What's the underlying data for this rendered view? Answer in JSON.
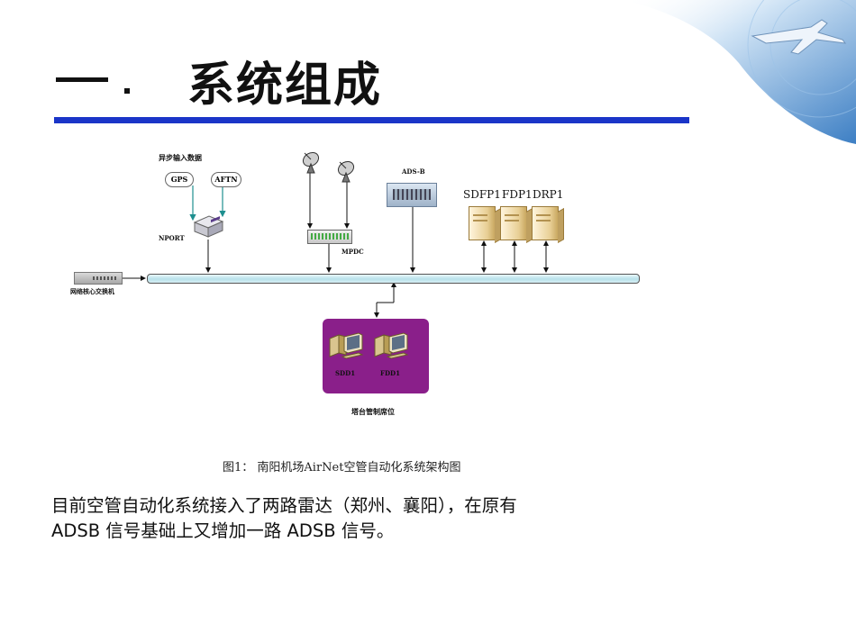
{
  "header": {
    "number": "一．",
    "title": "系统组成"
  },
  "diagram": {
    "async_input_label": "异步输入数据",
    "gps_label": "GPS",
    "aftn_label": "AFTN",
    "nport_label": "NPORT",
    "adsb_label": "ADS-B",
    "mpdc_label": "MPDC",
    "switch_label": "网络核心交换机",
    "servers": [
      {
        "label": "SDFP1"
      },
      {
        "label": "FDP1"
      },
      {
        "label": "DRP1"
      }
    ],
    "tower_workstations": [
      {
        "label": "SDD1"
      },
      {
        "label": "FDD1"
      }
    ],
    "tower_label": "塔台管制席位"
  },
  "caption": "图1：  南阳机场AirNet空管自动化系统架构图",
  "body": {
    "line1": "目前空管自动化系统接入了两路雷达（郑州、襄阳），在原有",
    "line2": "ADSB 信号基础上又增加一路 ADSB 信号。"
  },
  "colors": {
    "title_rule": "#1a35c8",
    "tower_box": "#8a1f8a",
    "bus_fill": "#b7e1ea",
    "input_arrow": "#1e8f8f"
  }
}
